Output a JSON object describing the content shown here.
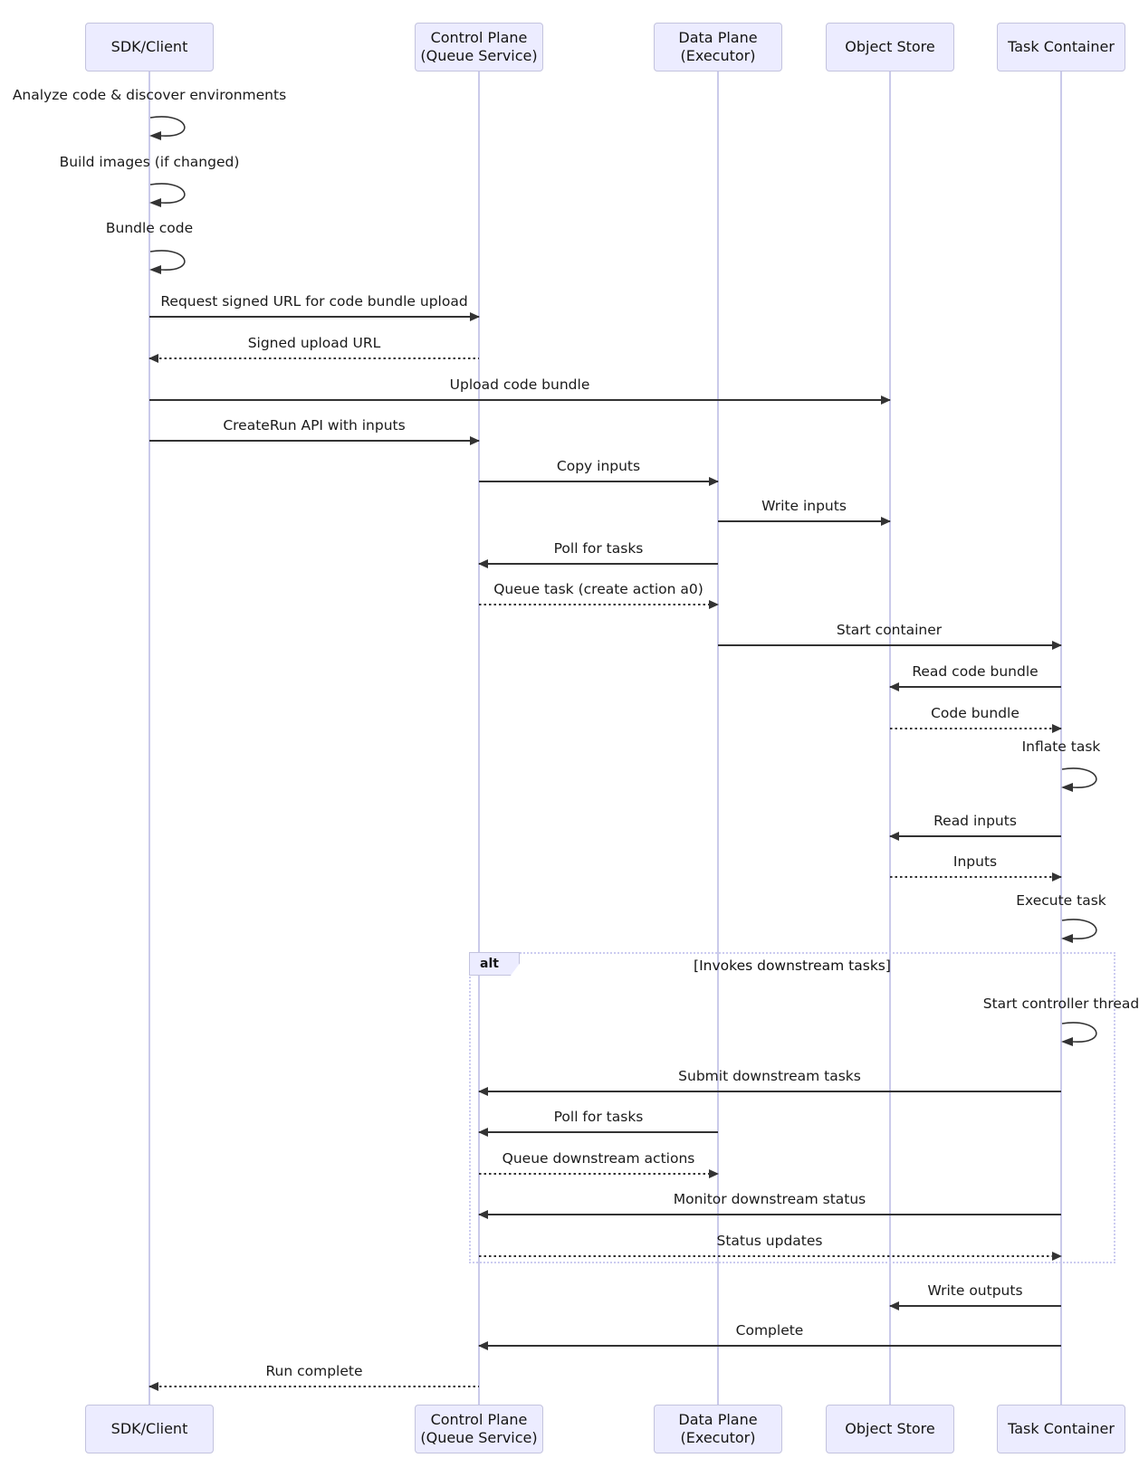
{
  "participants": [
    {
      "id": "sdk",
      "label": "SDK/Client"
    },
    {
      "id": "control-plane",
      "label": "Control Plane\n(Queue Service)"
    },
    {
      "id": "data-plane",
      "label": "Data Plane\n(Executor)"
    },
    {
      "id": "object-store",
      "label": "Object Store"
    },
    {
      "id": "task-container",
      "label": "Task Container"
    }
  ],
  "messages": [
    {
      "text": "Analyze code & discover environments",
      "from": "sdk",
      "to": "sdk",
      "type": "self"
    },
    {
      "text": "Build images (if changed)",
      "from": "sdk",
      "to": "sdk",
      "type": "self"
    },
    {
      "text": "Bundle code",
      "from": "sdk",
      "to": "sdk",
      "type": "self"
    },
    {
      "text": "Request signed URL for code bundle upload",
      "from": "sdk",
      "to": "control-plane",
      "type": "solid"
    },
    {
      "text": "Signed upload URL",
      "from": "control-plane",
      "to": "sdk",
      "type": "dashed"
    },
    {
      "text": "Upload code bundle",
      "from": "sdk",
      "to": "object-store",
      "type": "solid"
    },
    {
      "text": "CreateRun API with inputs",
      "from": "sdk",
      "to": "control-plane",
      "type": "solid"
    },
    {
      "text": "Copy inputs",
      "from": "control-plane",
      "to": "data-plane",
      "type": "solid"
    },
    {
      "text": "Write inputs",
      "from": "data-plane",
      "to": "object-store",
      "type": "solid"
    },
    {
      "text": "Poll for tasks",
      "from": "data-plane",
      "to": "control-plane",
      "type": "solid"
    },
    {
      "text": "Queue task (create action a0)",
      "from": "control-plane",
      "to": "data-plane",
      "type": "dashed"
    },
    {
      "text": "Start container",
      "from": "data-plane",
      "to": "task-container",
      "type": "solid"
    },
    {
      "text": "Read code bundle",
      "from": "task-container",
      "to": "object-store",
      "type": "solid"
    },
    {
      "text": "Code bundle",
      "from": "object-store",
      "to": "task-container",
      "type": "dashed"
    },
    {
      "text": "Inflate task",
      "from": "task-container",
      "to": "task-container",
      "type": "self"
    },
    {
      "text": "Read inputs",
      "from": "task-container",
      "to": "object-store",
      "type": "solid"
    },
    {
      "text": "Inputs",
      "from": "object-store",
      "to": "task-container",
      "type": "dashed"
    },
    {
      "text": "Execute task",
      "from": "task-container",
      "to": "task-container",
      "type": "self"
    },
    {
      "text": "Start controller thread",
      "from": "task-container",
      "to": "task-container",
      "type": "self"
    },
    {
      "text": "Submit downstream tasks",
      "from": "task-container",
      "to": "control-plane",
      "type": "solid"
    },
    {
      "text": "Poll for tasks",
      "from": "data-plane",
      "to": "control-plane",
      "type": "solid"
    },
    {
      "text": "Queue downstream actions",
      "from": "control-plane",
      "to": "data-plane",
      "type": "dashed"
    },
    {
      "text": "Monitor downstream status",
      "from": "task-container",
      "to": "control-plane",
      "type": "solid"
    },
    {
      "text": "Status updates",
      "from": "control-plane",
      "to": "task-container",
      "type": "dashed"
    },
    {
      "text": "Write outputs",
      "from": "task-container",
      "to": "object-store",
      "type": "solid"
    },
    {
      "text": "Complete",
      "from": "task-container",
      "to": "control-plane",
      "type": "solid"
    },
    {
      "text": "Run complete",
      "from": "control-plane",
      "to": "sdk",
      "type": "dashed"
    }
  ],
  "alt_block": {
    "label": "alt",
    "condition": "[Invokes downstream tasks]"
  },
  "colors": {
    "actor_fill": "#ECECFF",
    "actor_border": "#c3c3de",
    "lifeline": "#cacaea",
    "arrow": "#333333",
    "alt_border": "#ccccf0",
    "text": "#1a1a1a"
  }
}
